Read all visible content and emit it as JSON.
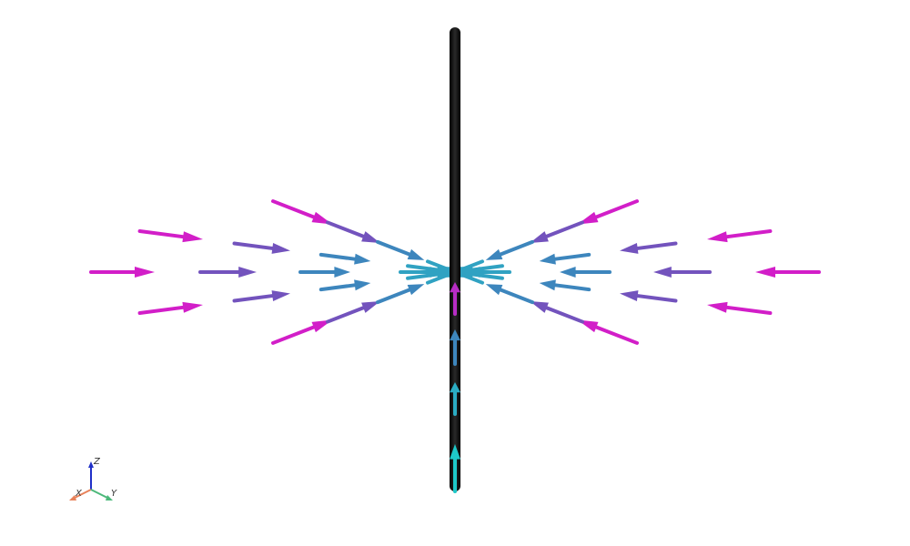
{
  "viewer": {
    "background": "#ffffff",
    "rod_color": "#000000"
  },
  "colormap": {
    "low": "#1ec8c8",
    "mid": "#4a6ab8",
    "high": "#d21ec8"
  },
  "axes_triad": {
    "labels": {
      "x": "X",
      "y": "Y",
      "z": "Z"
    },
    "colors": {
      "x": "#e8825a",
      "y": "#4cb87a",
      "z": "#2030c8"
    }
  },
  "field_arrows": {
    "rings": [
      {
        "angles_deg": [
          0,
          30,
          60,
          90,
          120,
          150,
          180,
          210,
          240,
          270,
          300,
          330
        ],
        "magnitude": 1.0
      },
      {
        "angles_deg": [
          0,
          30,
          60,
          90,
          120,
          150,
          180,
          210,
          240,
          270,
          300,
          330
        ],
        "magnitude": 0.65
      },
      {
        "angles_deg": [
          0,
          30,
          60,
          90,
          120,
          150,
          180,
          210,
          240,
          270,
          300,
          330
        ],
        "magnitude": 0.35
      },
      {
        "angles_deg": [
          0,
          30,
          60,
          90,
          120,
          150,
          180,
          210,
          240,
          270,
          300,
          330
        ],
        "magnitude": 0.2
      }
    ]
  }
}
